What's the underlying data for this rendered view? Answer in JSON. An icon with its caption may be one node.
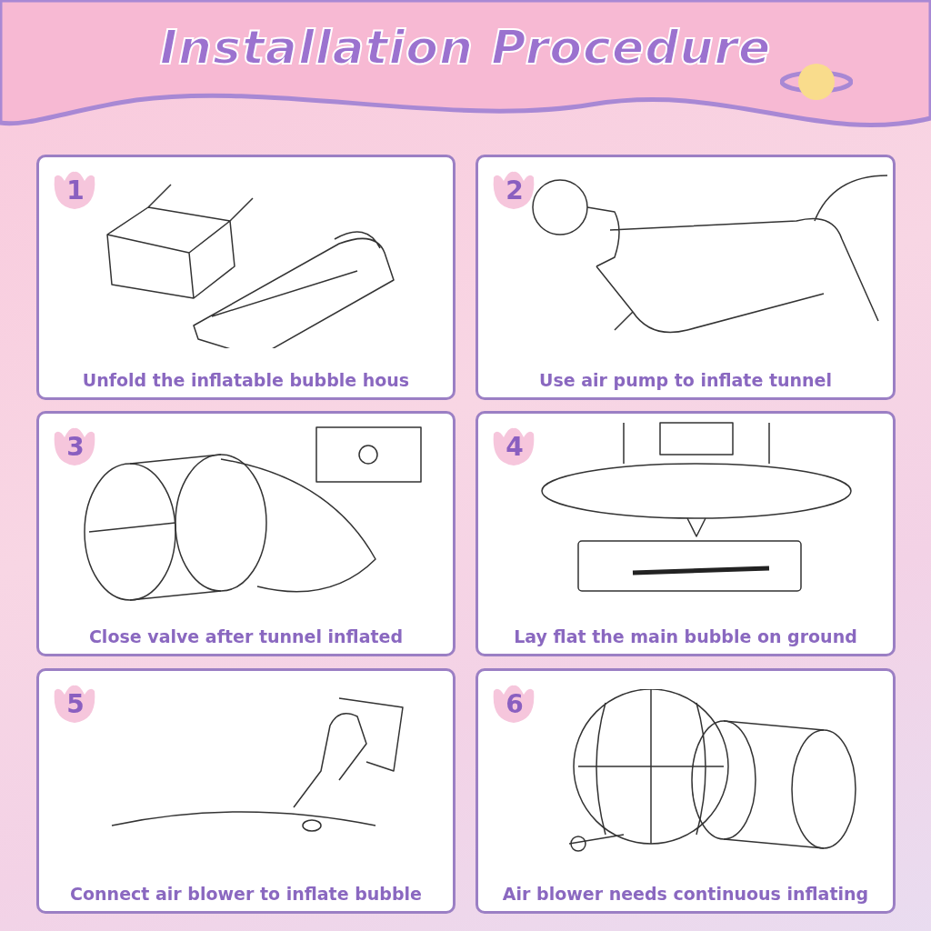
{
  "diagram": {
    "title": "Installation Procedure",
    "nodes": [
      {
        "text": [
          "1",
          "Unfold the inflatable bubble hous"
        ]
      },
      {
        "text": [
          "2",
          "Use air pump to inflate tunnel"
        ]
      },
      {
        "text": [
          "3",
          "Close valve after tunnel inflated"
        ]
      },
      {
        "text": [
          "4",
          "Lay flat the main bubble on ground"
        ]
      },
      {
        "text": [
          "5",
          "Connect air blower to inflate bubble"
        ]
      },
      {
        "text": [
          "6",
          "Air blower needs continuous inflating"
        ]
      }
    ],
    "edges": []
  }
}
